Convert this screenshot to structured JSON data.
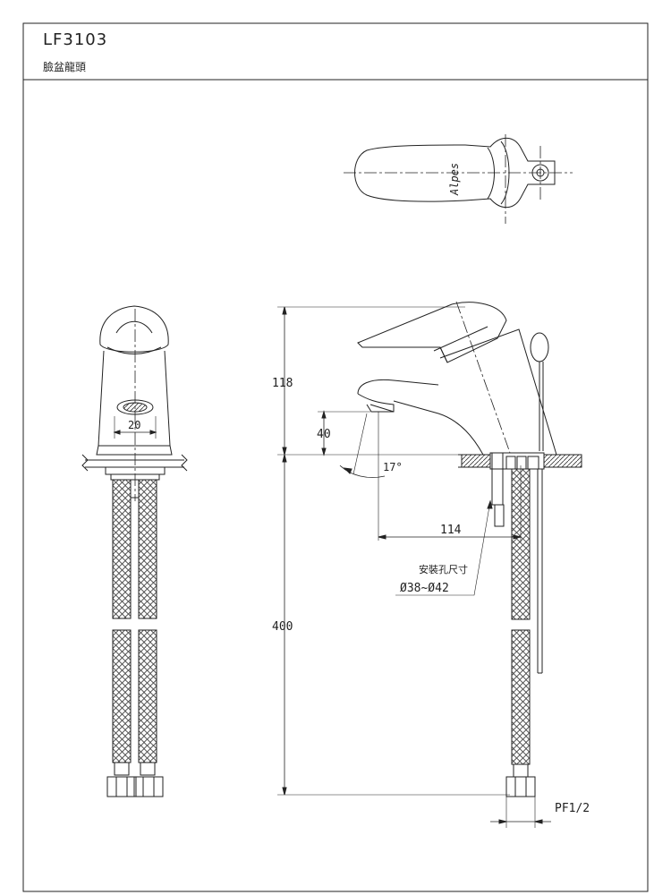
{
  "title": {
    "model": "LF3103",
    "name": "臉盆龍頭"
  },
  "dimensions": {
    "spout_width": "20",
    "total_height": "118",
    "spout_height": "40",
    "angle": "17°",
    "reach": "114",
    "hose_length": "400",
    "thread": "PF1/2"
  },
  "mounting_hole": {
    "label": "安裝孔尺寸",
    "size": "Ø38~Ø42"
  },
  "logo_text": "Alpes",
  "colors": {
    "line": "#222222",
    "background": "#ffffff"
  }
}
